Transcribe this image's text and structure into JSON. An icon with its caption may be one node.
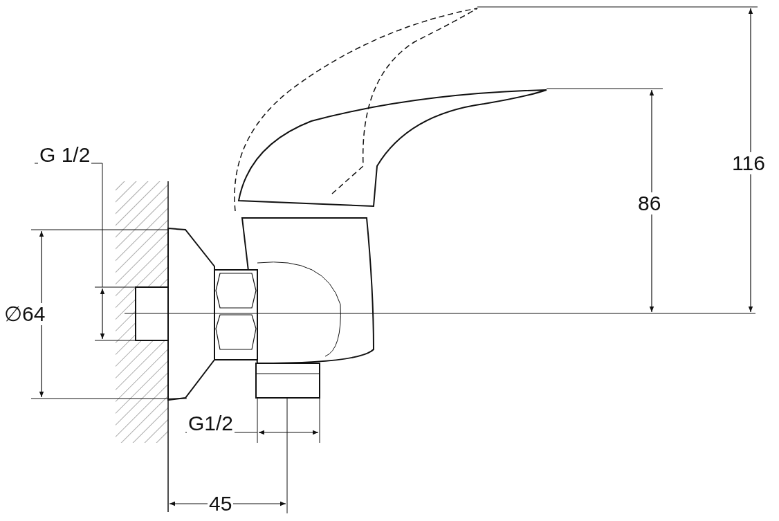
{
  "diagram": {
    "labels": [
      "G 1/2",
      "∅64",
      "G1/2",
      "45",
      "86",
      "116"
    ]
  }
}
